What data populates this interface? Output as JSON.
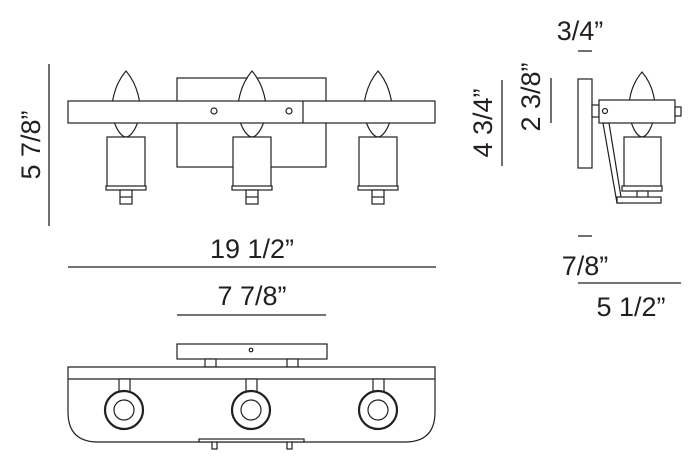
{
  "dimensions": {
    "height_front": "5 7/8”",
    "width_overall": "19 1/2”",
    "backplate_width": "7 7/8”",
    "backplate_depth": "3/4”",
    "height_side": "4 3/4”",
    "backplate_height": "2 3/8”",
    "arm_offset": "7/8”",
    "extension": "5 1/2”"
  }
}
